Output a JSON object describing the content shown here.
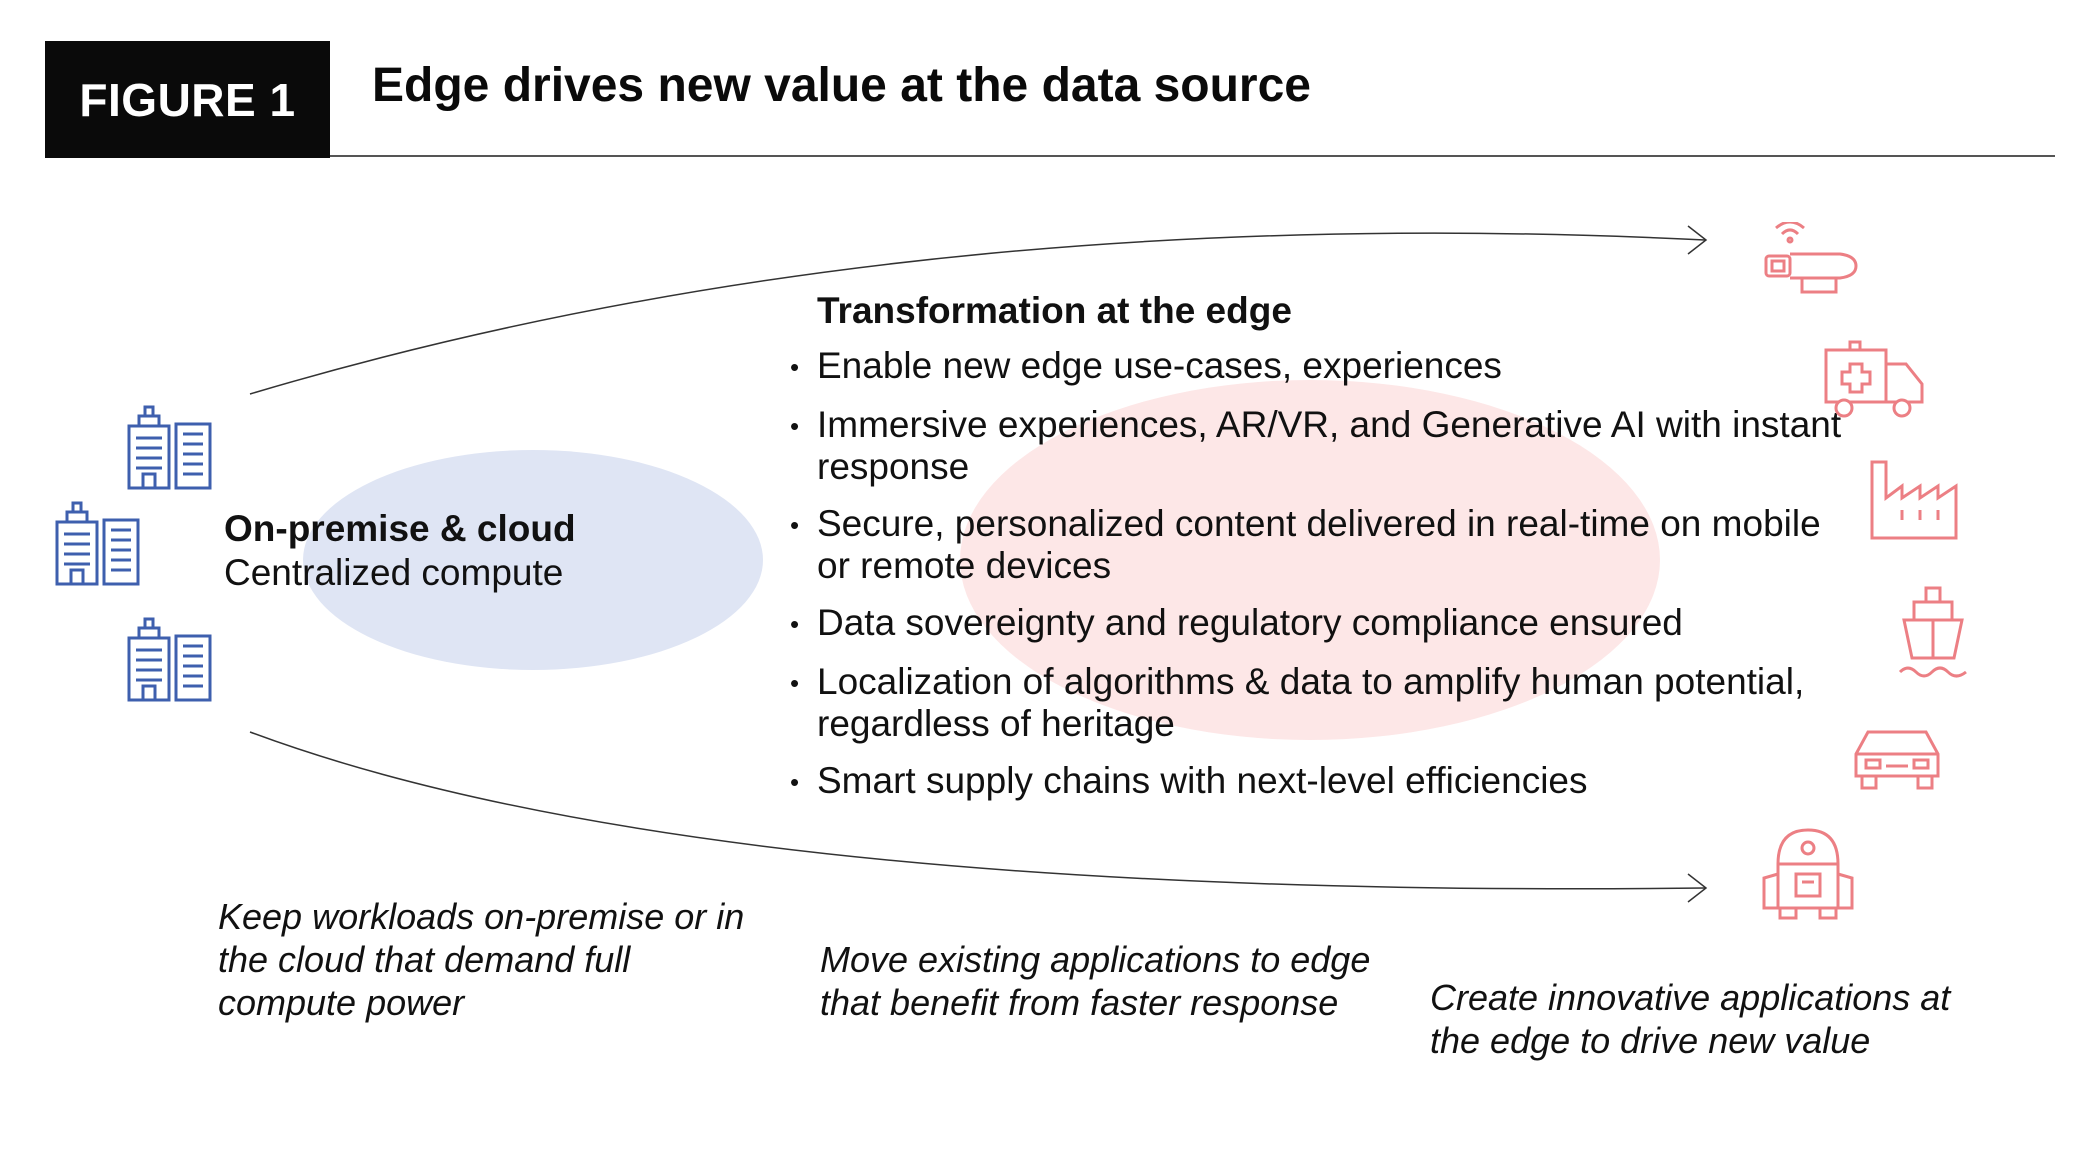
{
  "figure": {
    "badge": "FIGURE 1",
    "title": "Edge drives new value at the data source"
  },
  "colors": {
    "onprem_ellipse": "#dfe5f4",
    "edge_ellipse": "#fde7e7",
    "building_icon": "#3e5fae",
    "edge_icon": "#ec7f84",
    "arrow": "#333333"
  },
  "onprem": {
    "title": "On-premise & cloud",
    "subtitle": "Centralized compute",
    "icons": [
      "office-building-icon",
      "office-building-icon",
      "office-building-icon"
    ]
  },
  "edge": {
    "title": "Transformation at the edge",
    "bullets": [
      "Enable new edge use-cases, experiences",
      "Immersive experiences, AR/VR, and Generative AI with instant response",
      "Secure, personalized content delivered in real-time on mobile or remote devices",
      "Data sovereignty and regulatory compliance ensured",
      "Localization of algorithms & data to amplify human potential, regardless of heritage",
      "Smart supply chains with next-level efficiencies"
    ],
    "icons": [
      "smartwatch-icon",
      "ambulance-icon",
      "factory-icon",
      "ship-icon",
      "car-icon",
      "robot-icon"
    ]
  },
  "notes": {
    "left": "Keep workloads on-premise or in the cloud that demand full compute power",
    "middle": "Move existing applications to edge that benefit from faster response",
    "right": "Create innovative applications at the edge to drive new value"
  }
}
